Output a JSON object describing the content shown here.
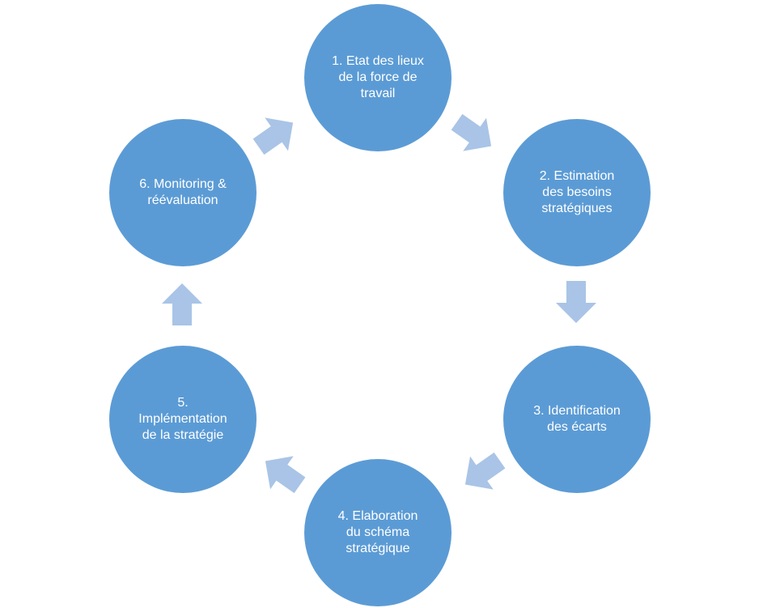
{
  "diagram": {
    "type": "cycle",
    "steps": [
      {
        "label": "1. Etat des lieux\nde la force de\ntravail"
      },
      {
        "label": "2. Estimation\ndes besoins\nstratégiques"
      },
      {
        "label": "3. Identification\ndes écarts"
      },
      {
        "label": "4. Elaboration\ndu schéma\nstratégique"
      },
      {
        "label": "5.\nImplémentation\nde la stratégie"
      },
      {
        "label": "6. Monitoring &\nréévaluation"
      }
    ],
    "colors": {
      "node_fill": "#5b9bd5",
      "node_text": "#ffffff",
      "arrow_fill": "#a9c4e6",
      "background": "#ffffff"
    }
  }
}
